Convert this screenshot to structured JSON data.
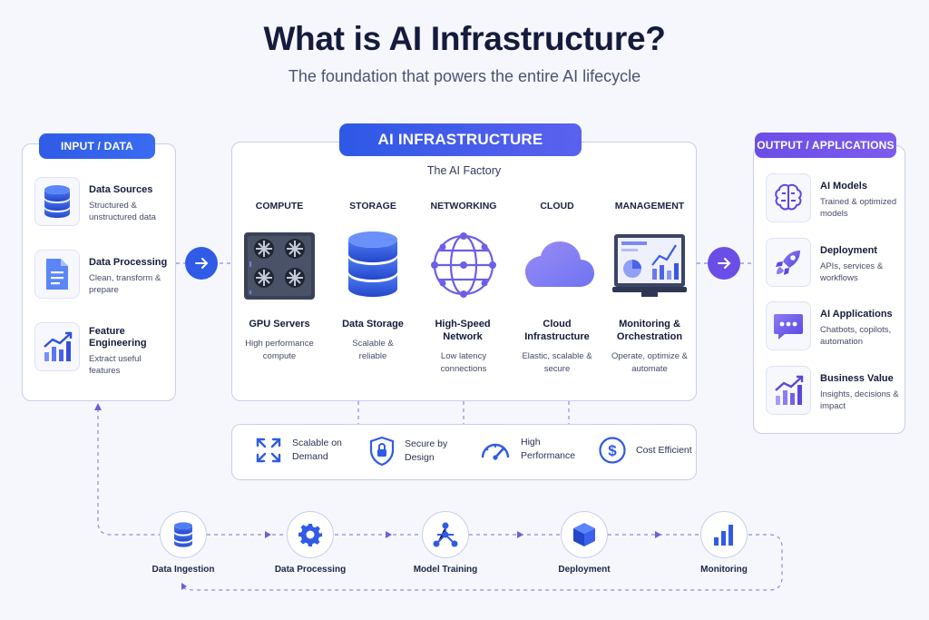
{
  "header": {
    "title": "What is AI Infrastructure?",
    "subtitle": "The foundation that powers the entire AI lifecycle"
  },
  "input": {
    "label": "INPUT / DATA",
    "items": [
      {
        "icon": "database-icon",
        "title": "Data Sources",
        "desc": "Structured & unstructured data"
      },
      {
        "icon": "document-icon",
        "title": "Data Processing",
        "desc": "Clean, transform & prepare"
      },
      {
        "icon": "bar-chart-icon",
        "title": "Feature Engineering",
        "desc": "Extract useful features"
      }
    ]
  },
  "infra": {
    "label": "AI INFRASTRUCTURE",
    "subtitle": "The AI Factory",
    "columns": [
      {
        "head": "COMPUTE",
        "title": "GPU Servers",
        "desc": "High performance compute",
        "icon": "gpu-server-icon"
      },
      {
        "head": "STORAGE",
        "title": "Data Storage",
        "desc": "Scalable & reliable",
        "icon": "storage-icon"
      },
      {
        "head": "NETWORKING",
        "title": "High-Speed Network",
        "desc": "Low latency connections",
        "icon": "network-globe-icon"
      },
      {
        "head": "CLOUD",
        "title": "Cloud Infrastructure",
        "desc": "Elastic, scalable & secure",
        "icon": "cloud-icon"
      },
      {
        "head": "MANAGEMENT",
        "title": "Monitoring & Orchestration",
        "desc": "Operate, optimize & automate",
        "icon": "dashboard-monitor-icon"
      }
    ],
    "benefits": [
      {
        "icon": "expand-arrows-icon",
        "text": "Scalable on Demand"
      },
      {
        "icon": "lock-shield-icon",
        "text": "Secure by Design"
      },
      {
        "icon": "speedometer-icon",
        "text": "High Performance"
      },
      {
        "icon": "dollar-coin-icon",
        "text": "Cost Efficient"
      }
    ]
  },
  "output": {
    "label": "OUTPUT / APPLICATIONS",
    "items": [
      {
        "icon": "brain-icon",
        "title": "AI Models",
        "desc": "Trained & optimized models"
      },
      {
        "icon": "rocket-icon",
        "title": "Deployment",
        "desc": "APIs, services & workflows"
      },
      {
        "icon": "chat-bubble-icon",
        "title": "AI Applications",
        "desc": "Chatbots, copilots, automation"
      },
      {
        "icon": "growth-chart-icon",
        "title": "Business Value",
        "desc": "Insights, decisions & impact"
      }
    ]
  },
  "lifecycle": [
    {
      "icon": "database-icon",
      "label": "Data Ingestion"
    },
    {
      "icon": "gear-icon",
      "label": "Data Processing"
    },
    {
      "icon": "neural-network-icon",
      "label": "Model Training"
    },
    {
      "icon": "cube-icon",
      "label": "Deployment"
    },
    {
      "icon": "bar-chart-icon",
      "label": "Monitoring"
    }
  ],
  "colors": {
    "accent_blue": "#2f5be6",
    "accent_purple": "#6b4ee6",
    "border": "#c9cdea",
    "background": "#f6f7fd"
  }
}
